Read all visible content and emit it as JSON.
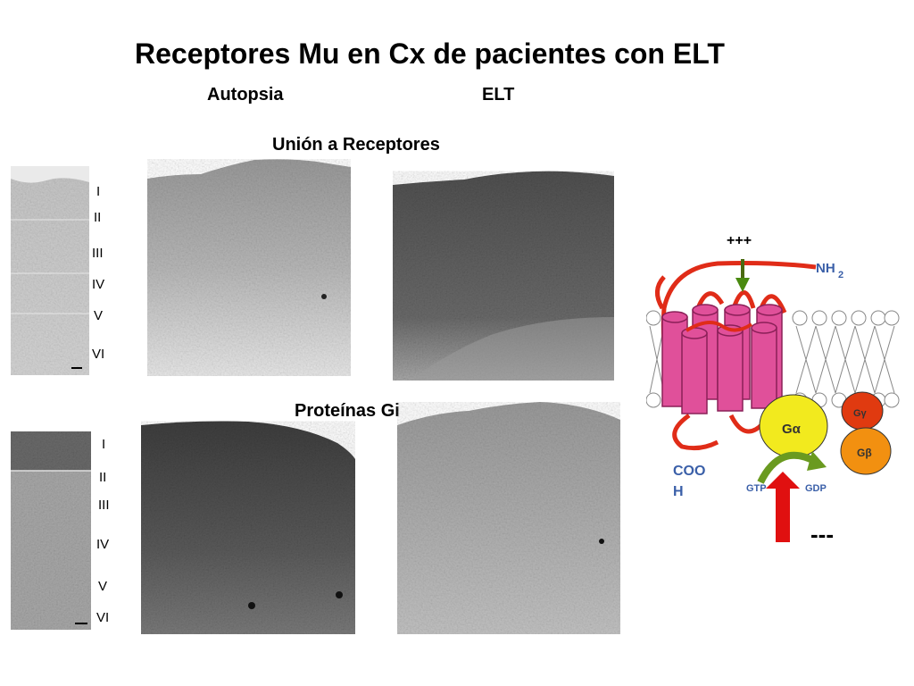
{
  "title": "Receptores Mu en Cx de pacientes con ELT",
  "columns": {
    "left": "Autopsia",
    "right": "ELT"
  },
  "sections": {
    "binding": "Unión a Receptores",
    "gproteins": "Proteínas Gi"
  },
  "layers": [
    "I",
    "II",
    "III",
    "IV",
    "V",
    "VI"
  ],
  "diagram": {
    "plus": "+++",
    "minus": "---",
    "nh2": "NH",
    "nh2_sub": "2",
    "cooh_1": "COO",
    "cooh_2": "H",
    "galpha": "Gα",
    "ggamma": "Gγ",
    "gbeta": "Gβ",
    "gtp": "GTP",
    "gdp": "GDP"
  },
  "colors": {
    "receptor": "#e0509a",
    "chain": "#e02c18",
    "galpha": "#f2ea1e",
    "ggamma": "#e03a10",
    "gbeta": "#f29010",
    "arrow_up": "#e01010",
    "gtp_arrow": "#4a8a10",
    "label_blue": "#3a5fa8"
  }
}
